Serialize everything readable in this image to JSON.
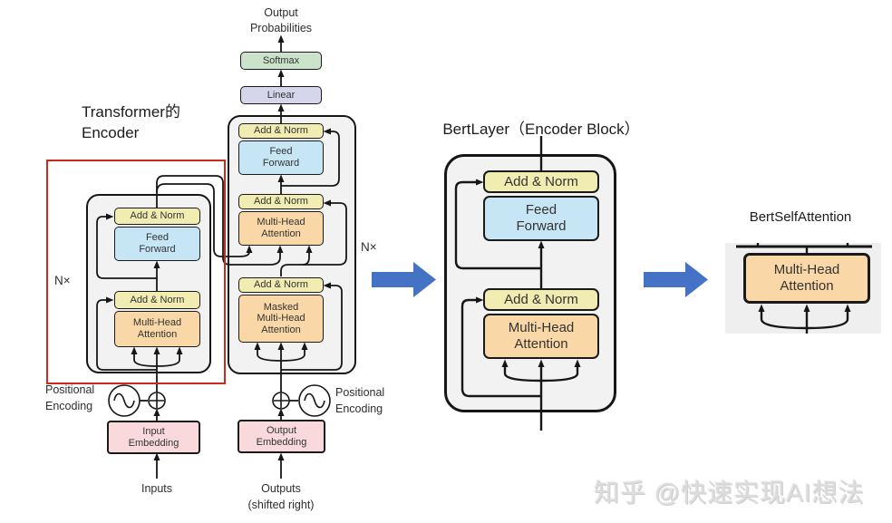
{
  "colors": {
    "add_norm": "#f1ecb2",
    "feed_forward": "#c7e6f5",
    "attention": "#f9d7a6",
    "softmax": "#cbe3ca",
    "linear": "#d5d6ec",
    "embedding": "#f9d9dc",
    "block_bg": "#f2f2f2",
    "panel_bg": "#efefef",
    "line": "#161616",
    "highlight_red": "#cd2a1e",
    "arrow_blue": "#4472c4",
    "text": "#2e2e2e"
  },
  "transformer": {
    "title": "Transformer的\nEncoder",
    "n": "N×",
    "output_probabilities": "Output\nProbabilities",
    "softmax": "Softmax",
    "linear": "Linear",
    "add_norm": "Add & Norm",
    "feed_forward": "Feed\nForward",
    "multi_head_attention": "Multi-Head\nAttention",
    "masked_multi_head_attention": "Masked\nMulti-Head\nAttention",
    "positional_encoding": "Positional\nEncoding",
    "input_embedding": "Input\nEmbedding",
    "output_embedding": "Output\nEmbedding",
    "inputs": "Inputs",
    "outputs": "Outputs\n(shifted right)"
  },
  "bertlayer": {
    "title": "BertLayer（Encoder Block）",
    "add_norm": "Add & Norm",
    "feed_forward": "Feed\nForward",
    "multi_head_attention": "Multi-Head\nAttention"
  },
  "bertselfattention": {
    "title": "BertSelfAttention",
    "multi_head_attention": "Multi-Head\nAttention"
  },
  "watermark": "知乎 @快速实现AI想法"
}
